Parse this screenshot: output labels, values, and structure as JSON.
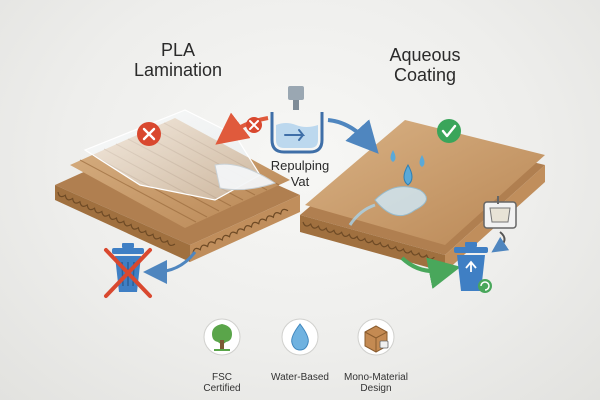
{
  "left_panel": {
    "title_line1": "PLA",
    "title_line2": "Lamination",
    "status_icon": "cross-icon",
    "status_color": "#d9482f"
  },
  "right_panel": {
    "title_line1": "Aqueous",
    "title_line2": "Coating",
    "status_icon": "check-icon",
    "status_color": "#3aa55a"
  },
  "center": {
    "vat_label_line1": "Repulping",
    "vat_label_line2": "Vat"
  },
  "badges": [
    {
      "icon": "tree-icon",
      "line1": "FSC",
      "line2": "Certified"
    },
    {
      "icon": "water-drop-icon",
      "line1": "Water-Based",
      "line2": ""
    },
    {
      "icon": "box-icon",
      "line1": "Mono-Material",
      "line2": "Design"
    }
  ],
  "colors": {
    "cardboard": "#c89a67",
    "cardboard_dark": "#a7774b",
    "recycle_bin": "#3f7fc4",
    "red_arrow": "#e05a3c",
    "blue_arrow": "#4f86bf",
    "green_arrow": "#49a75b"
  }
}
